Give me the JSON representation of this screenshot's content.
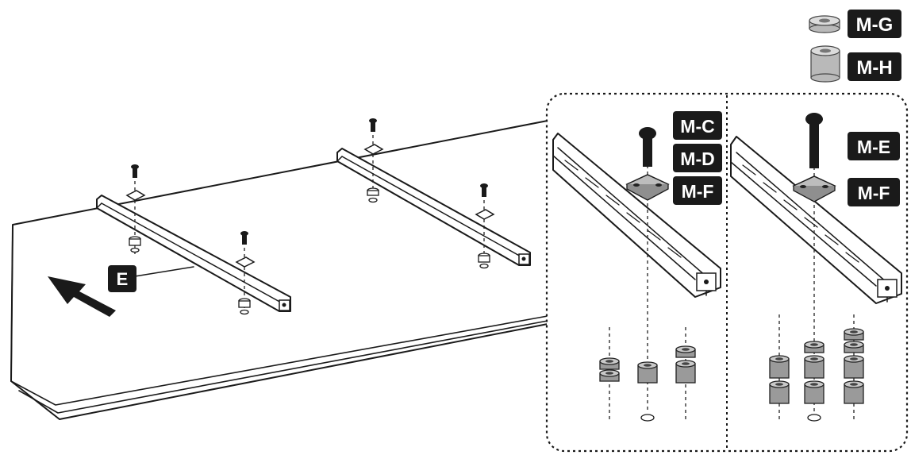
{
  "labels": {
    "mg": "M-G",
    "mh": "M-H",
    "mc": "M-C",
    "md": "M-D",
    "mf_left": "M-F",
    "me": "M-E",
    "mf_right": "M-F",
    "e": "E"
  },
  "colors": {
    "badge": "#1a1a1a",
    "badge_text": "#ffffff",
    "line": "#1a1a1a",
    "spacer": "#9a9a9a",
    "spacer_top": "#c9c9c9"
  }
}
